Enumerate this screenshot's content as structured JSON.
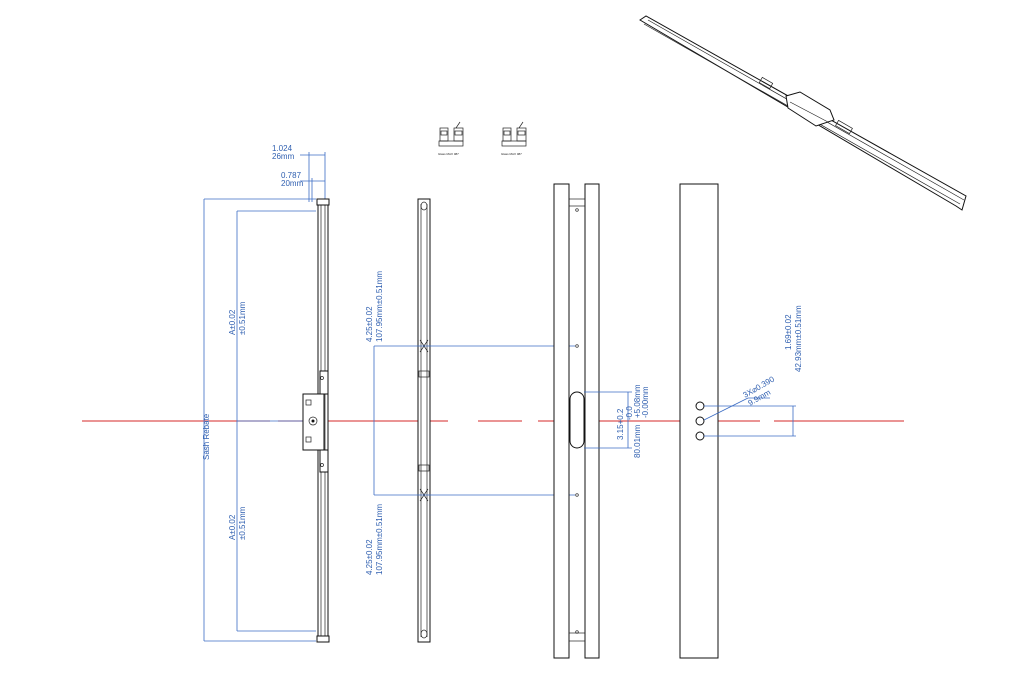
{
  "dimensions": {
    "top_width_in": "1.024",
    "top_width_mm": "26mm",
    "inner_width_in": "0.787",
    "inner_width_mm": "20mm",
    "upper_a_in": "A±0.02",
    "upper_a_mm": "±0.51mm",
    "lower_a_in": "A±0.02",
    "lower_a_mm": "±0.51mm",
    "sash_rebate": "Sash Rebate",
    "upper_lock_in": "4.25±0.02",
    "upper_lock_mm": "107.95mm±0.51mm",
    "lower_lock_in": "4.25±0.02",
    "lower_lock_mm": "107.95mm±0.51mm",
    "slot_in": "3.15+0.2",
    "slot_in_2": "-0.0",
    "slot_mm": "+5.08mm",
    "slot_mm_2": "-0.00mm",
    "slot_mm_3": "80.01mm",
    "hole_dia_in": "3X⌀0.390",
    "hole_dia_mm": "9.9mm",
    "hole_spacing_in": "1.69±0.02",
    "hole_spacing_mm": "42.93mm±0.51mm"
  },
  "icon_captions": {
    "left": "Glass MAX 087",
    "right": "Glass MAX 087"
  },
  "colors": {
    "dimension": "#2f5fb0",
    "centerline": "#d42a2a",
    "outline": "#111111"
  }
}
